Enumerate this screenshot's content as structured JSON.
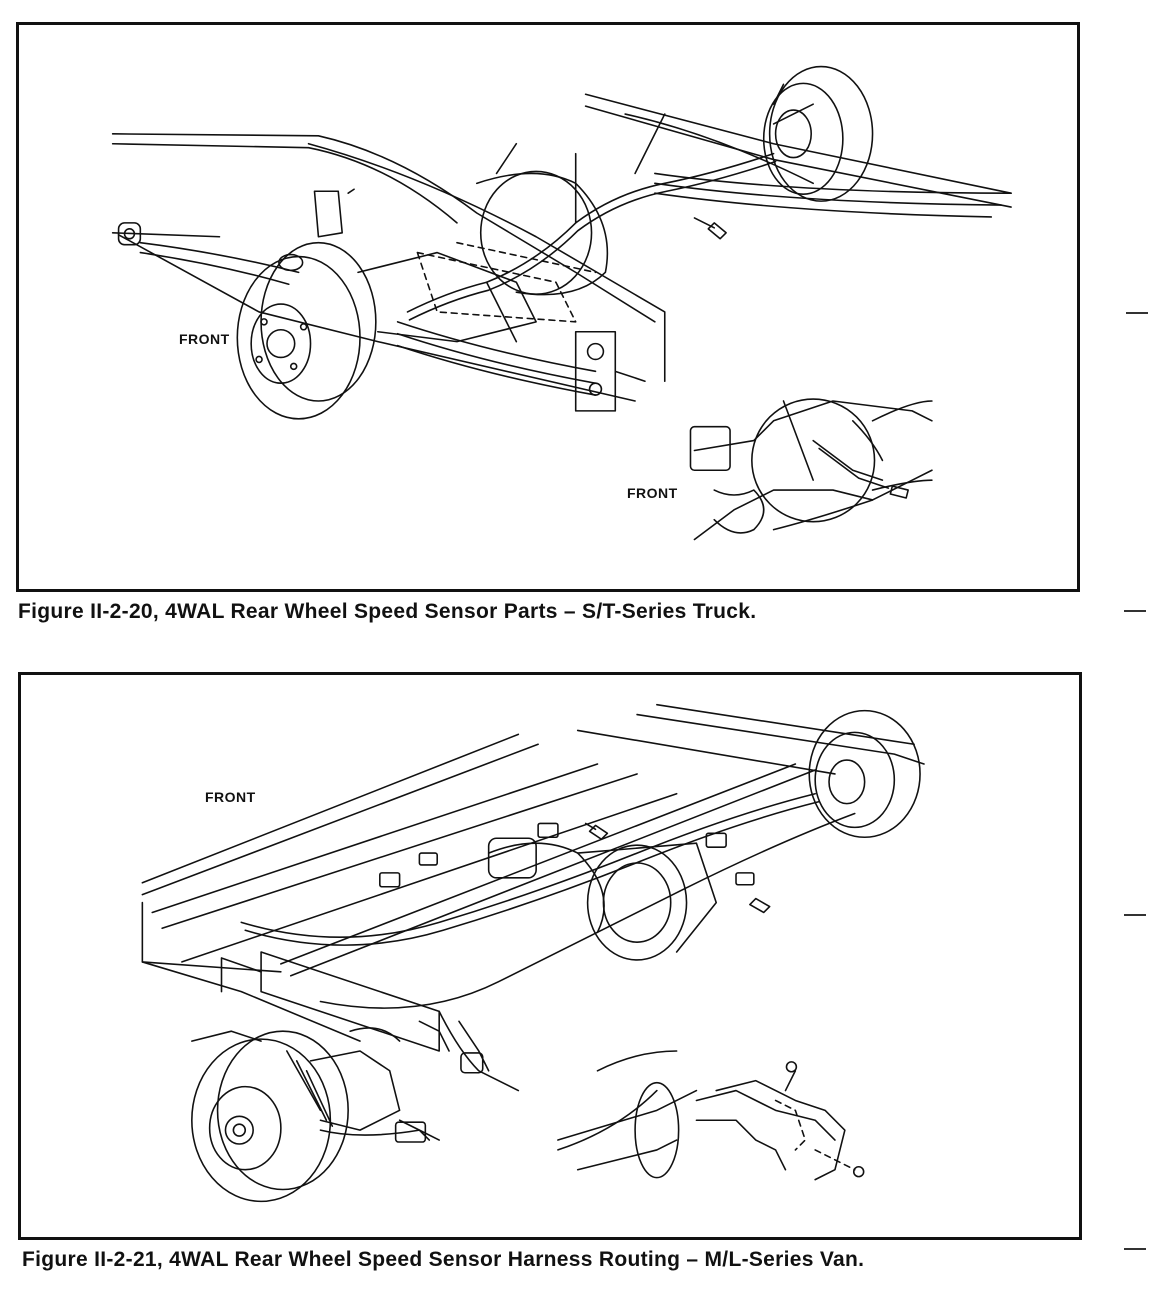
{
  "figure_1": {
    "caption": "Figure II-2-20, 4WAL Rear Wheel Speed Sensor Parts – S/T-Series Truck.",
    "front_label_main": "FRONT",
    "front_label_inset": "FRONT"
  },
  "figure_2": {
    "caption": "Figure II-2-21, 4WAL Rear Wheel Speed Sensor Harness Routing – M/L-Series Van.",
    "front_label_main": "FRONT"
  }
}
